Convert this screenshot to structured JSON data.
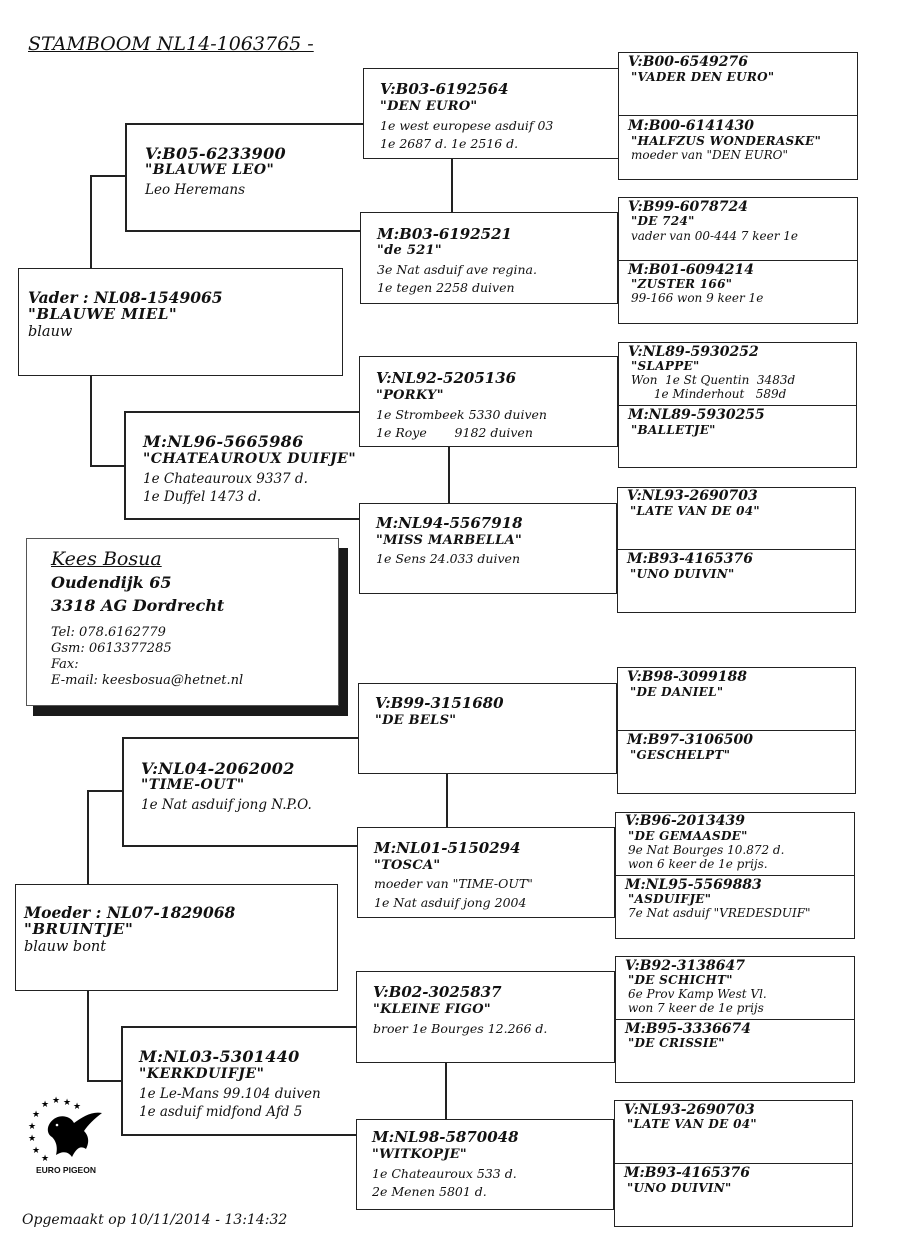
{
  "title": "STAMBOOM  NL14-1063765 -",
  "father": {
    "ring": "Vader : NL08-1549065",
    "name": "\"BLAUWE MIEL\"",
    "color": "blauw"
  },
  "mother": {
    "ring": "Moeder : NL07-1829068",
    "name": "\"BRUINTJE\"",
    "color": "blauw bont"
  },
  "gen2": [
    {
      "ring": "V:B05-6233900",
      "name": "\"BLAUWE LEO\"",
      "lines": [
        "Leo Heremans"
      ]
    },
    {
      "ring": "M:NL96-5665986",
      "name": "\"CHATEAUROUX DUIFJE\"",
      "lines": [
        "1e Chateauroux 9337 d.",
        "1e Duffel  1473 d."
      ]
    },
    {
      "ring": "V:NL04-2062002",
      "name": "\"TIME-OUT\"",
      "lines": [
        "1e Nat asduif jong N.P.O."
      ]
    },
    {
      "ring": "M:NL03-5301440",
      "name": "\"KERKDUIFJE\"",
      "lines": [
        "1e Le-Mans 99.104 duiven",
        "1e asduif midfond Afd 5"
      ]
    }
  ],
  "gen3": [
    {
      "ring": "V:B03-6192564",
      "name": "\"DEN EURO\"",
      "lines": [
        "1e west europese asduif 03",
        "1e 2687 d.  1e 2516 d."
      ]
    },
    {
      "ring": "M:B03-6192521",
      "name": "\"de 521\"",
      "lines": [
        "3e Nat asduif ave regina.",
        "1e tegen 2258 duiven"
      ]
    },
    {
      "ring": "V:NL92-5205136",
      "name": "\"PORKY\"",
      "lines": [
        "1e Strombeek 5330 duiven",
        "1e Roye       9182 duiven"
      ]
    },
    {
      "ring": "M:NL94-5567918",
      "name": "\"MISS MARBELLA\"",
      "lines": [
        "1e Sens 24.033 duiven"
      ]
    },
    {
      "ring": "V:B99-3151680",
      "name": "\"DE BELS\"",
      "lines": []
    },
    {
      "ring": "M:NL01-5150294",
      "name": "\"TOSCA\"",
      "lines": [
        "moeder van \"TIME-OUT\"",
        "1e Nat asduif jong 2004"
      ]
    },
    {
      "ring": "V:B02-3025837",
      "name": "\"KLEINE FIGO\"",
      "lines": [
        "broer 1e Bourges 12.266 d."
      ]
    },
    {
      "ring": "M:NL98-5870048",
      "name": "\"WITKOPJE\"",
      "lines": [
        "1e Chateauroux 533 d.",
        "2e Menen  5801 d."
      ]
    }
  ],
  "gen4": [
    {
      "ring": "V:B00-6549276",
      "name": "\"VADER DEN EURO\"",
      "lines": []
    },
    {
      "ring": "M:B00-6141430",
      "name": "\"HALFZUS WONDERASKE\"",
      "lines": [
        "moeder van \"DEN EURO\""
      ]
    },
    {
      "ring": "V:B99-6078724",
      "name": "\"DE 724\"",
      "lines": [
        "vader van 00-444 7 keer 1e"
      ]
    },
    {
      "ring": "M:B01-6094214",
      "name": "\"ZUSTER 166\"",
      "lines": [
        "99-166 won 9 keer 1e"
      ]
    },
    {
      "ring": "V:NL89-5930252",
      "name": "\"SLAPPE\"",
      "lines": [
        "Won  1e St Quentin  3483d",
        "      1e Minderhout   589d"
      ]
    },
    {
      "ring": "M:NL89-5930255",
      "name": "\"BALLETJE\"",
      "lines": []
    },
    {
      "ring": "V:NL93-2690703",
      "name": "\"LATE VAN DE 04\"",
      "lines": []
    },
    {
      "ring": "M:B93-4165376",
      "name": "\"UNO DUIVIN\"",
      "lines": []
    },
    {
      "ring": "V:B98-3099188",
      "name": "\"DE DANIEL\"",
      "lines": []
    },
    {
      "ring": "M:B97-3106500",
      "name": "\"GESCHELPT\"",
      "lines": []
    },
    {
      "ring": "V:B96-2013439",
      "name": "\"DE GEMAASDE\"",
      "lines": [
        "9e Nat Bourges 10.872 d.",
        "won 6 keer de 1e prijs."
      ]
    },
    {
      "ring": "M:NL95-5569883",
      "name": "\"ASDUIFJE\"",
      "lines": [
        "7e Nat asduif \"VREDESDUIF\""
      ]
    },
    {
      "ring": "V:B92-3138647",
      "name": "\"DE SCHICHT\"",
      "lines": [
        "6e Prov Kamp West Vl.",
        "won 7 keer de 1e prijs"
      ]
    },
    {
      "ring": "M:B95-3336674",
      "name": "\"DE CRISSIE\"",
      "lines": []
    },
    {
      "ring": "V:NL93-2690703",
      "name": "\"LATE VAN DE 04\"",
      "lines": []
    },
    {
      "ring": "M:B93-4165376",
      "name": "\"UNO DUIVIN\"",
      "lines": []
    }
  ],
  "owner": {
    "name": "Kees Bosua",
    "street": "Oudendijk 65",
    "city": "3318 AG Dordrecht",
    "tel": "Tel: 078.6162779",
    "gsm": "Gsm: 0613377285",
    "fax": "Fax:",
    "email": "E-mail: keesbosua@hetnet.nl"
  },
  "logo": {
    "text": "EURO PIGEON"
  },
  "footer": "Opgemaakt op 10/11/2014 - 13:14:32"
}
